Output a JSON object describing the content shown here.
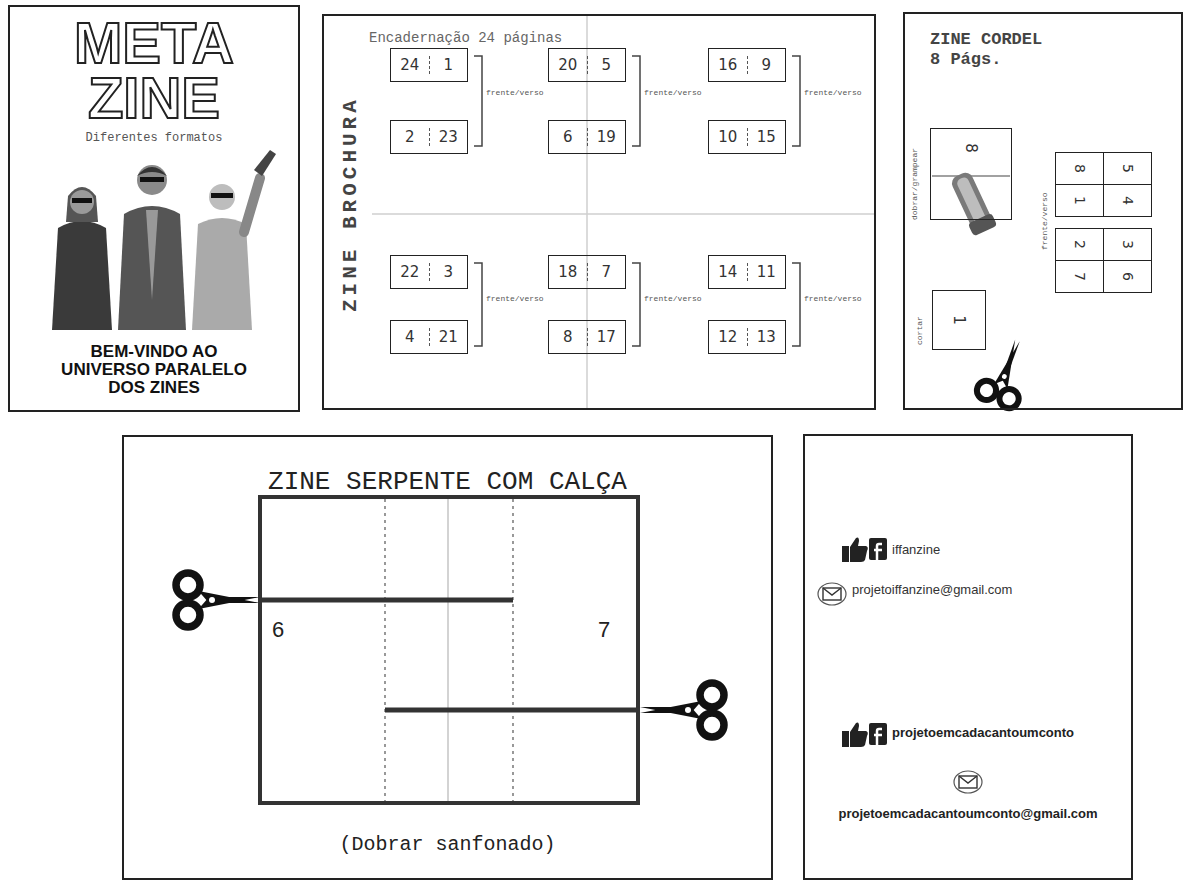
{
  "diagram": {
    "nodes": [
      {
        "text": [
          "META ZINE",
          "Diferentes formatos",
          "BEM-VINDO AO UNIVERSO PARALELO DOS ZINES"
        ]
      },
      {
        "text": [
          "Encadernação 24 páginas",
          "ZINE BROCHURA"
        ]
      },
      {
        "text": [
          "24",
          "1"
        ],
        "in": 1
      },
      {
        "text": [
          "20",
          "5"
        ],
        "in": 1
      },
      {
        "text": [
          "16",
          "9"
        ],
        "in": 1
      },
      {
        "text": [
          "2",
          "23"
        ],
        "in": 1
      },
      {
        "text": [
          "6",
          "19"
        ],
        "in": 1
      },
      {
        "text": [
          "10",
          "15"
        ],
        "in": 1
      },
      {
        "text": [
          "22",
          "3"
        ],
        "in": 1
      },
      {
        "text": [
          "18",
          "7"
        ],
        "in": 1
      },
      {
        "text": [
          "14",
          "11"
        ],
        "in": 1
      },
      {
        "text": [
          "4",
          "21"
        ],
        "in": 1
      },
      {
        "text": [
          "8",
          "17"
        ],
        "in": 1
      },
      {
        "text": [
          "12",
          "13"
        ],
        "in": 1
      },
      {
        "text": [
          "ZINE CORDEL 8 Págs."
        ]
      },
      {
        "text": [
          "8"
        ],
        "in": 14
      },
      {
        "text": [
          "8"
        ],
        "in": 14
      },
      {
        "text": [
          "5"
        ],
        "in": 14
      },
      {
        "text": [
          "1"
        ],
        "in": 14
      },
      {
        "text": [
          "4"
        ],
        "in": 14
      },
      {
        "text": [
          "2"
        ],
        "in": 14
      },
      {
        "text": [
          "3"
        ],
        "in": 14
      },
      {
        "text": [
          "7"
        ],
        "in": 14
      },
      {
        "text": [
          "6"
        ],
        "in": 14
      },
      {
        "text": [
          "1"
        ],
        "in": 14
      },
      {
        "text": [
          "ZINE SERPENTE COM CALÇA",
          "(Dobrar sanfonado)"
        ]
      },
      {
        "text": [
          "6",
          "7"
        ],
        "in": 25
      },
      {
        "text": [
          "iffanzine",
          "projetoiffanzine@gmail.com",
          "projetoemcadacantoumconto",
          "projetoemcadacantoumconto@gmail.com"
        ]
      }
    ],
    "labels": [
      "frente/verso",
      "frente/verso",
      "frente/verso",
      "frente/verso",
      "frente/verso",
      "frente/verso",
      "dobrar/grampear",
      "frente/verso",
      "cortar"
    ]
  }
}
